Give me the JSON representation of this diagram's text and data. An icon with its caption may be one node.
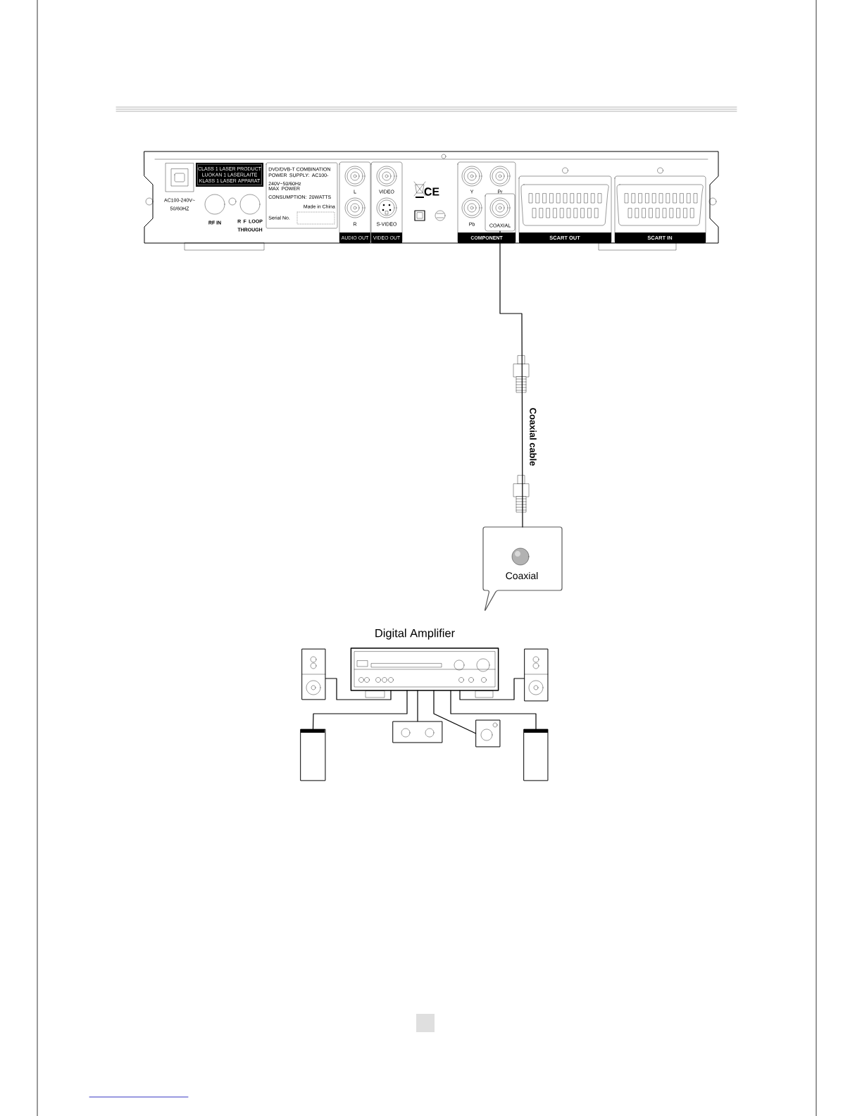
{
  "diagram": {
    "nodes": [
      {
        "text": [
          "COAXIAL"
        ]
      },
      {
        "text": [
          "Coaxial"
        ]
      },
      {
        "text": [
          "Digital Amplifier"
        ]
      },
      {
        "text": [],
        "shape": "box"
      },
      {
        "text": [],
        "shape": "box"
      },
      {
        "text": [],
        "shape": "box"
      },
      {
        "text": [],
        "shape": "box"
      },
      {
        "text": [],
        "shape": "box"
      },
      {
        "text": [],
        "shape": "box"
      }
    ],
    "edges": [
      {
        "from": 0,
        "to": 1,
        "arrow": "none",
        "label": "Coaxial cable"
      },
      {
        "from": 2,
        "to": 3,
        "arrow": "none"
      },
      {
        "from": 2,
        "to": 4,
        "arrow": "none"
      },
      {
        "from": 2,
        "to": 5,
        "arrow": "none"
      },
      {
        "from": 2,
        "to": 6,
        "arrow": "none"
      },
      {
        "from": 2,
        "to": 7,
        "arrow": "none"
      },
      {
        "from": 2,
        "to": 8,
        "arrow": "none"
      }
    ],
    "labels": [
      "CLASS 1 LASER PRODUCT",
      "LUOKAN 1 LASERLAITE",
      "KLASS 1 LASER APPARAT",
      "AC100-240V~ 50/60HZ",
      "RF IN",
      "R F LOOP THROUGH",
      "DVD/DVB-T COMBINATION",
      "POWER SUPPLY: AC100-240V~50/60Hz",
      "MAX POWER CONSUMPTION: 20WATTS",
      "Made in China",
      "Serial No.",
      "L",
      "R",
      "AUDIO OUT",
      "VIDEO",
      "S-VIDEO",
      "VIDEO OUT",
      "CE",
      "Y",
      "Pr",
      "Pb",
      "COMPONENT",
      "SCART OUT",
      "SCART IN"
    ]
  }
}
